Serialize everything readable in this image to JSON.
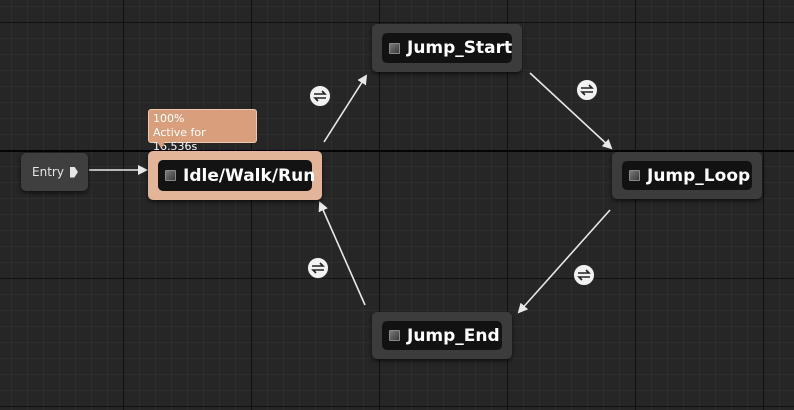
{
  "graph": {
    "entry": {
      "label": "Entry",
      "icon": "output-pin-icon"
    },
    "states": {
      "idle_walk_run": {
        "label": "Idle/Walk/Run",
        "active": true
      },
      "jump_start": {
        "label": "Jump_Start"
      },
      "jump_loop": {
        "label": "Jump_Loop"
      },
      "jump_end": {
        "label": "Jump_End"
      }
    },
    "tooltip": {
      "weight": "100%",
      "active_time": "Active for 16.536s"
    },
    "transition_icon": "transition-arrows-icon",
    "colors": {
      "background": "#262626",
      "active_state": "#e3b598",
      "tooltip": "#d99e7c",
      "node": "#3c3c3c",
      "link": "#e8e8e8"
    }
  }
}
